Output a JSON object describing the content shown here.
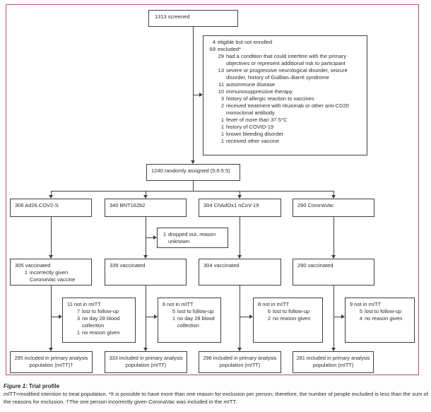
{
  "meta": {
    "caption_label": "Figure 1:",
    "caption_title": "Trial profile",
    "caption_body": "mITT=modified intention to treat population. *It is possible to have more than one reason for exclusion per person; therefore, the number of people excluded is less than the sum of the reasons for exclusion. †The one person incorrectly given CoronaVac was included in the mITT."
  },
  "colors": {
    "frame_border": "#bf4d78",
    "box_border": "#3f3f3f",
    "text": "#2b2b2b"
  },
  "screened": {
    "label": "1313 screened"
  },
  "randomized": {
    "label": "1240 randomly assigned (5:6:5:5)"
  },
  "dropped": {
    "num": "1",
    "text": "dropped out, reason unknown"
  },
  "excluded": {
    "lines": [
      {
        "num": "4",
        "text": "eligible but not enrolled"
      },
      {
        "num": "69",
        "text": "excluded*"
      },
      {
        "num": "29",
        "text": "had a condition that could interfere with the primary objectives or represent additional risk to participant"
      },
      {
        "num": "13",
        "text": "severe or progressive neurological disorder, seizure disorder, history of Guillian–Barré syndrome"
      },
      {
        "num": "11",
        "text": "autoimmune disease"
      },
      {
        "num": "10",
        "text": "immunosuppressive therapy"
      },
      {
        "num": "3",
        "text": "history of allergic reaction to vaccines"
      },
      {
        "num": "2",
        "text": "received treatment with rituximab or other anti-CD20 monoclonal antibody"
      },
      {
        "num": "1",
        "text": "fever of more than 37·5°C"
      },
      {
        "num": "1",
        "text": "history of COVID-19"
      },
      {
        "num": "1",
        "text": "known bleeding disorder"
      },
      {
        "num": "1",
        "text": "received other vaccine"
      }
    ]
  },
  "arms": [
    {
      "allocation": "306 Ad26.COV2-S",
      "vaccinated": {
        "main": "305 vaccinated",
        "subs": [
          {
            "num": "1",
            "text": "incorrectly given CoronaVac vaccine"
          }
        ]
      },
      "not_mitt": {
        "main": "11 not in mITT",
        "subs": [
          {
            "num": "7",
            "text": "lost to follow-up"
          },
          {
            "num": "3",
            "text": "no day 28 blood collection"
          },
          {
            "num": "1",
            "text": "no reason given"
          }
        ]
      },
      "primary": {
        "line1": "295 included in primary analysis",
        "line2": "population (mITT)†"
      }
    },
    {
      "allocation": "340 BNT162b2",
      "vaccinated": {
        "main": "339 vaccinated",
        "subs": []
      },
      "not_mitt": {
        "main": "6 not in mITT",
        "subs": [
          {
            "num": "5",
            "text": "lost to follow-up"
          },
          {
            "num": "1",
            "text": "no day 28 blood collection"
          }
        ]
      },
      "primary": {
        "line1": "333 included in primary analysis",
        "line2": "population (mITT)"
      }
    },
    {
      "allocation": "304 ChAdOx1 nCoV-19",
      "vaccinated": {
        "main": "304 vaccinated",
        "subs": []
      },
      "not_mitt": {
        "main": "8 not in mITT",
        "subs": [
          {
            "num": "6",
            "text": "lost to follow-up"
          },
          {
            "num": "2",
            "text": "no reason given"
          }
        ]
      },
      "primary": {
        "line1": "296 included in primary analysis",
        "line2": "population (mITT)"
      }
    },
    {
      "allocation": "290 CoronaVac",
      "vaccinated": {
        "main": "290 vaccinated",
        "subs": []
      },
      "not_mitt": {
        "main": "9 not in mITT",
        "subs": [
          {
            "num": "5",
            "text": "lost to follow-up"
          },
          {
            "num": "4",
            "text": "no reason given"
          }
        ]
      },
      "primary": {
        "line1": "281 included in primary analysis",
        "line2": "population (mITT)"
      }
    }
  ]
}
